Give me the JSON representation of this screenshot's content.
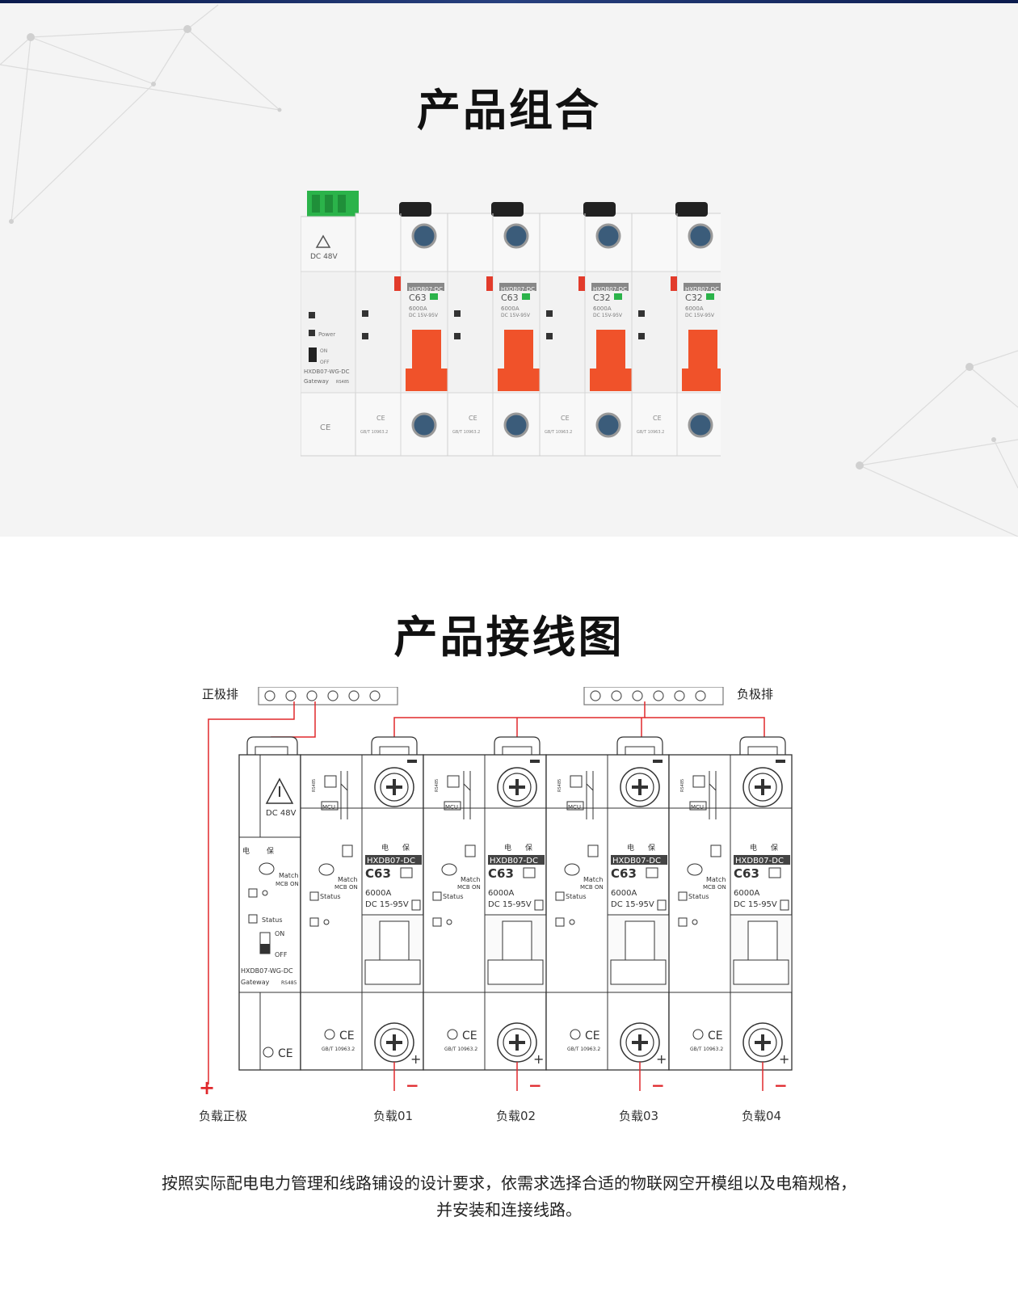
{
  "section1": {
    "title": "产品组合"
  },
  "section2": {
    "title": "产品接线图"
  },
  "product": {
    "gateway": {
      "voltage": "DC 48V",
      "power": "Power",
      "on": "ON",
      "off": "OFF",
      "model": "HXDB07-WG-DC",
      "gateway": "Gateway",
      "bus": "RS485",
      "match": "Match MCB ON",
      "status": "Status",
      "ce": "CE"
    },
    "breakers": [
      {
        "model": "HXDB07-DC",
        "rating": "C63",
        "capacity": "6000A",
        "voltage": "DC 15V-95V",
        "standard": "GB/T 10963.2"
      },
      {
        "model": "HXDB07-DC",
        "rating": "C63",
        "capacity": "6000A",
        "voltage": "DC 15V-95V",
        "standard": "GB/T 10963.2"
      },
      {
        "model": "HXDB07-DC",
        "rating": "C32",
        "capacity": "6000A",
        "voltage": "DC 15V-95V",
        "standard": "GB/T 10963.2"
      },
      {
        "model": "HXDB07-DC",
        "rating": "C32",
        "capacity": "6000A",
        "voltage": "DC 15V-95V",
        "standard": "GB/T 10963.2"
      }
    ]
  },
  "wiring": {
    "positive_bus": "正极排",
    "negative_bus": "负极排",
    "gateway": {
      "voltage": "DC 48V",
      "brand": "电",
      "brand2": "保",
      "match": "Match",
      "match2": "MCB ON",
      "status": "Status",
      "on": "ON",
      "off": "OFF",
      "model": "HXDB07-WG-DC",
      "gateway": "Gateway",
      "bus": "RS485",
      "ce": "CE"
    },
    "breaker": {
      "brand": "电",
      "brand2": "保",
      "model": "HXDB07-DC",
      "rating": "C63",
      "capacity": "6000A",
      "voltage": "DC 15-95V",
      "match": "Match",
      "match2": "MCB ON",
      "status": "Status",
      "standard": "GB/T 10963.2",
      "ce": "CE",
      "bus": "RS485",
      "mcu": "MCU"
    },
    "plus": "+",
    "minus": "−",
    "load_positive": "负载正极",
    "loads": [
      "负载01",
      "负载02",
      "负载03",
      "负载04"
    ]
  },
  "description": {
    "line1": "按照实际配电电力管理和线路铺设的设计要求，依需求选择合适的物联网空开模组以及电箱规格，",
    "line2": "并安装和连接线路。"
  },
  "colors": {
    "wire": "#e0282c",
    "lever": "#f0522a",
    "terminal_green": "#2bb34a",
    "navy": "#0b1b4d"
  }
}
